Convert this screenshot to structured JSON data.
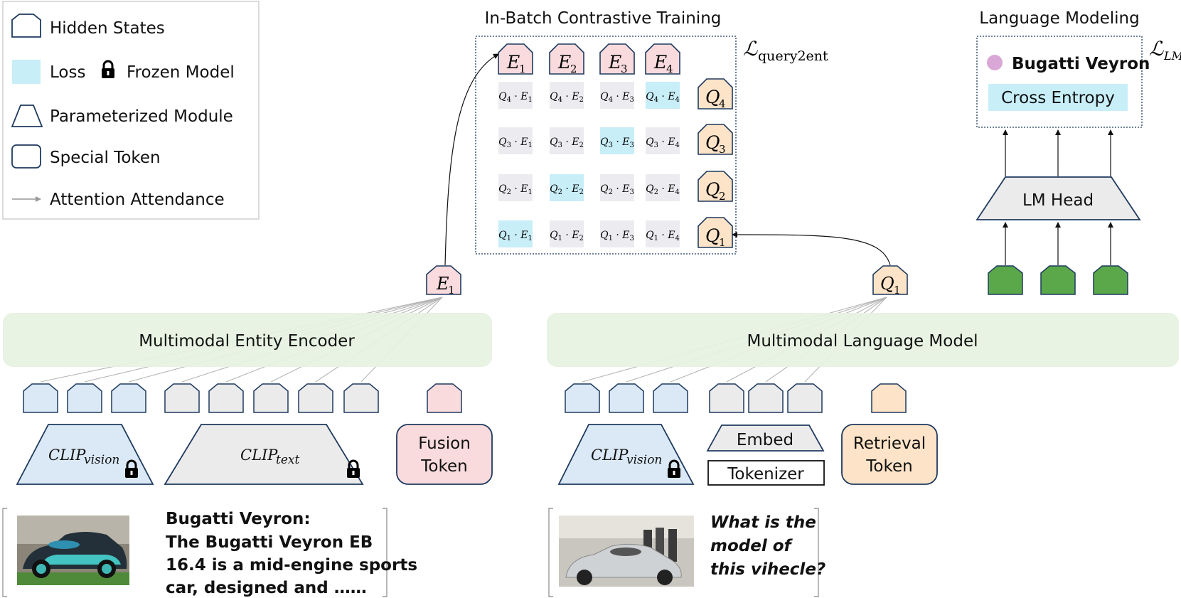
{
  "legend": {
    "hidden_states": "Hidden States",
    "loss": "Loss",
    "frozen_model": "Frozen Model",
    "parameterized_module": "Parameterized Module",
    "special_token": "Special Token",
    "attention_attendance": "Attention Attendance"
  },
  "contrastive": {
    "title": "In-Batch Contrastive Training",
    "loss_label": "ℒ",
    "loss_sub": "query2ent",
    "entities": [
      {
        "base": "E",
        "sub": "1"
      },
      {
        "base": "E",
        "sub": "2"
      },
      {
        "base": "E",
        "sub": "3"
      },
      {
        "base": "E",
        "sub": "4"
      }
    ],
    "queries": [
      {
        "base": "Q",
        "sub": "4"
      },
      {
        "base": "Q",
        "sub": "3"
      },
      {
        "base": "Q",
        "sub": "2"
      },
      {
        "base": "Q",
        "sub": "1"
      }
    ],
    "cells": [
      [
        {
          "q": "Q",
          "qs": "4",
          "e": "E",
          "es": "1"
        },
        {
          "q": "Q",
          "qs": "4",
          "e": "E",
          "es": "2"
        },
        {
          "q": "Q",
          "qs": "4",
          "e": "E",
          "es": "3"
        },
        {
          "q": "Q",
          "qs": "4",
          "e": "E",
          "es": "4"
        }
      ],
      [
        {
          "q": "Q",
          "qs": "3",
          "e": "E",
          "es": "1"
        },
        {
          "q": "Q",
          "qs": "3",
          "e": "E",
          "es": "2"
        },
        {
          "q": "Q",
          "qs": "3",
          "e": "E",
          "es": "3"
        },
        {
          "q": "Q",
          "qs": "3",
          "e": "E",
          "es": "4"
        }
      ],
      [
        {
          "q": "Q",
          "qs": "2",
          "e": "E",
          "es": "1"
        },
        {
          "q": "Q",
          "qs": "2",
          "e": "E",
          "es": "2"
        },
        {
          "q": "Q",
          "qs": "2",
          "e": "E",
          "es": "3"
        },
        {
          "q": "Q",
          "qs": "2",
          "e": "E",
          "es": "4"
        }
      ],
      [
        {
          "q": "Q",
          "qs": "1",
          "e": "E",
          "es": "1"
        },
        {
          "q": "Q",
          "qs": "1",
          "e": "E",
          "es": "2"
        },
        {
          "q": "Q",
          "qs": "1",
          "e": "E",
          "es": "3"
        },
        {
          "q": "Q",
          "qs": "1",
          "e": "E",
          "es": "4"
        }
      ]
    ],
    "cell_dot": "·"
  },
  "lm": {
    "title": "Language Modeling",
    "answer": "Bugatti Veyron",
    "loss_box": "Cross Entropy",
    "loss_label": "ℒ",
    "loss_sub": "LM",
    "head": "LM Head"
  },
  "entity_side": {
    "e1": {
      "base": "E",
      "sub": "1"
    },
    "encoder": "Multimodal Entity Encoder",
    "clip_vision": {
      "base": "CLIP",
      "sub": "vision"
    },
    "clip_text": {
      "base": "CLIP",
      "sub": "text"
    },
    "fusion_token": [
      "Fusion",
      "Token"
    ],
    "caption": [
      "Bugatti Veyron:",
      "The Bugatti Veyron EB",
      "16.4 is a mid-engine sports",
      "car, designed and ……"
    ]
  },
  "query_side": {
    "q1": {
      "base": "Q",
      "sub": "1"
    },
    "model": "Multimodal Language Model",
    "clip_vision": {
      "base": "CLIP",
      "sub": "vision"
    },
    "embed": "Embed",
    "tokenizer": "Tokenizer",
    "retrieval_token": [
      "Retrieval",
      "Token"
    ],
    "question": [
      "What is the",
      "model of",
      "this vihecle?"
    ]
  },
  "colors": {
    "blue_fill": "#dbe9f6",
    "gray_fill": "#ebebeb",
    "pink_fill": "#f9dbde",
    "orange_fill": "#fde4c8",
    "green_fill": "#5aa84a",
    "cyan_loss": "#c8eef8",
    "cell_gray": "#ececf0",
    "green_band": "#e6f2e1",
    "stroke": "#1f3a5f",
    "purple_dot": "#d9a8d6"
  },
  "icons": [
    "lock-icon"
  ]
}
